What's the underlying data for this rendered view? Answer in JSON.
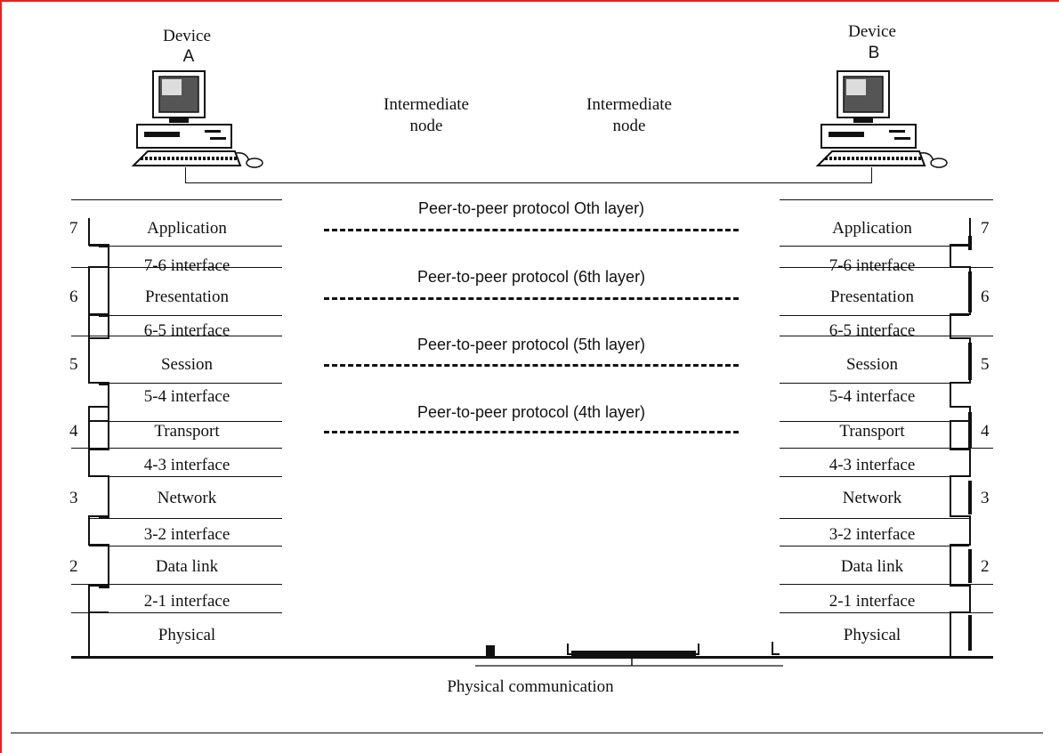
{
  "devices": {
    "a": {
      "line1": "Device",
      "line2": "A"
    },
    "b": {
      "line1": "Device",
      "line2": "B"
    }
  },
  "intermediate_nodes": [
    {
      "line1": "Intermediate",
      "line2": "node"
    },
    {
      "line1": "Intermediate",
      "line2": "node"
    }
  ],
  "layers_left": [
    {
      "num": "7",
      "name": "Application"
    },
    {
      "num": "6",
      "name": "Presentation"
    },
    {
      "num": "5",
      "name": "Session"
    },
    {
      "num": "4",
      "name": "Transport"
    },
    {
      "num": "3",
      "name": "Network"
    },
    {
      "num": "2",
      "name": "Data link"
    },
    {
      "num": "",
      "name": "Physical"
    }
  ],
  "layers_right": [
    {
      "num": "7",
      "name": "Application"
    },
    {
      "num": "6",
      "name": "Presentation"
    },
    {
      "num": "5",
      "name": "Session"
    },
    {
      "num": "4",
      "name": "Transport"
    },
    {
      "num": "3",
      "name": "Network"
    },
    {
      "num": "2",
      "name": "Data link"
    },
    {
      "num": "",
      "name": "Physical"
    }
  ],
  "interfaces_left": [
    "7-6 interface",
    "6-5 interface",
    "5-4 interface",
    "4-3 interface",
    "3-2 interface",
    "2-1  interface"
  ],
  "interfaces_right": [
    "7-6 interface",
    "6-5 interface",
    "5-4 interface",
    "4-3 interface",
    "3-2 interface",
    "2-1 interface"
  ],
  "protocols": [
    "Peer-to-peer protocol Oth layer)",
    "Peer-to-peer protocol (6th layer)",
    "Peer-to-peer protocol (5th layer)",
    "Peer-to-peer protocol (4th layer)"
  ],
  "physical_communication": "Physical communication",
  "colors": {
    "frame": "#d9262a",
    "ink": "#111111"
  }
}
